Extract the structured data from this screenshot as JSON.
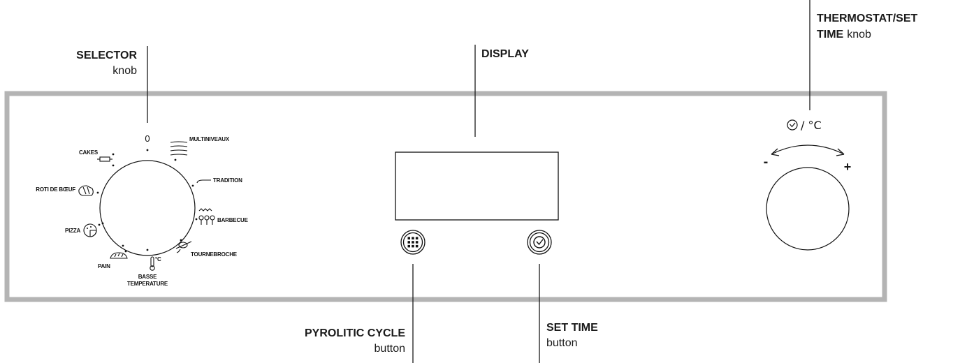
{
  "callouts": {
    "selector": {
      "title": "SELECTOR",
      "sub": "knob"
    },
    "display": {
      "title": "DISPLAY"
    },
    "thermostat": {
      "title_line1": "THERMOSTAT/SET",
      "title_line2": "TIME",
      "sub": "knob"
    },
    "pyrolitic": {
      "title": "PYROLITIC CYCLE",
      "sub": "button"
    },
    "set_time": {
      "title": "SET TIME",
      "sub": "button"
    }
  },
  "selector_modes": {
    "zero": "0",
    "multiniveaux": "MULTINIVEAUX",
    "tradition": "TRADITION",
    "barbecue": "BARBECUE",
    "tournebroche": "TOURNEBROCHE",
    "basse_line1": "BASSE",
    "basse_line2": "TEMPERATURE",
    "pain": "PAIN",
    "pizza": "PIZZA",
    "roti": "ROTI DE BŒUF",
    "cakes": "CAKES",
    "celsius": "°C"
  },
  "thermostat_knob": {
    "header": "/ °C",
    "minus": "-",
    "plus": "+"
  },
  "colors": {
    "panel_border": "#b4b4b4",
    "ink": "#1a1a1a"
  }
}
